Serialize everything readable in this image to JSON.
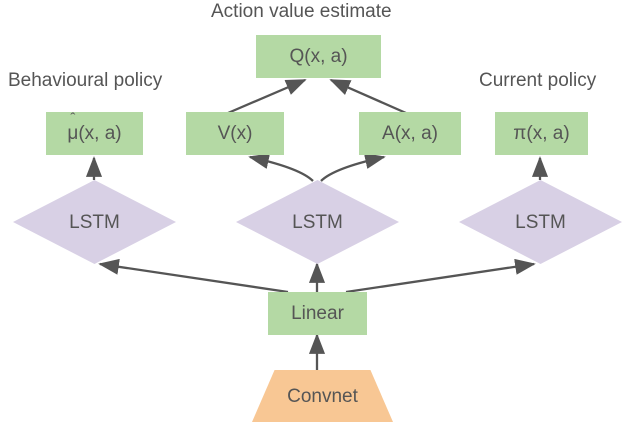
{
  "diagram": {
    "title_caption": "Action value estimate",
    "left_caption": "Behavioural policy",
    "right_caption": "Current policy",
    "colors": {
      "node_green": "#b4d9a4",
      "node_purple": "#d8d0e5",
      "node_orange": "#f8c794",
      "text": "#555555",
      "edge": "#555555",
      "background": "#ffffff"
    },
    "nodes": {
      "q_value": "Q(x, a)",
      "behavioural_policy": "μ(x, a)",
      "behavioural_policy_hat": "ˆ",
      "value": "V(x)",
      "advantage": "A(x, a)",
      "current_policy": "π(x, a)",
      "lstm_left": "LSTM",
      "lstm_middle": "LSTM",
      "lstm_right": "LSTM",
      "linear": "Linear",
      "convnet": "Convnet"
    },
    "edges": [
      {
        "from": "value",
        "to": "q_value"
      },
      {
        "from": "advantage",
        "to": "q_value"
      },
      {
        "from": "lstm_left",
        "to": "behavioural_policy"
      },
      {
        "from": "lstm_middle",
        "to": "value"
      },
      {
        "from": "lstm_middle",
        "to": "advantage"
      },
      {
        "from": "lstm_right",
        "to": "current_policy"
      },
      {
        "from": "linear",
        "to": "lstm_left"
      },
      {
        "from": "linear",
        "to": "lstm_middle"
      },
      {
        "from": "linear",
        "to": "lstm_right"
      },
      {
        "from": "convnet",
        "to": "linear"
      }
    ]
  }
}
